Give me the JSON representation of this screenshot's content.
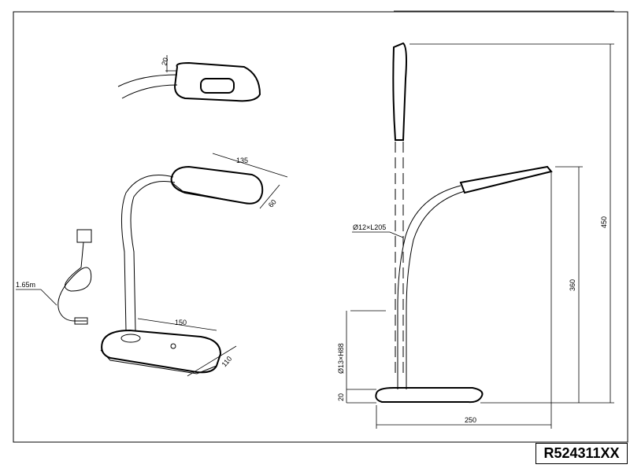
{
  "drawing": {
    "model_number": "R524311XX",
    "head_detail": {
      "thickness": "20"
    },
    "perspective": {
      "head_length": "135",
      "head_width": "60",
      "base_length": "150",
      "base_width": "110"
    },
    "adapter": {
      "cable_length": "1.65m"
    },
    "side_view": {
      "total_height": "450",
      "arm_height": "360",
      "gooseneck": "Ø12×L205",
      "stem": "Ø13×H88",
      "base_height": "20",
      "base_length": "250"
    }
  }
}
